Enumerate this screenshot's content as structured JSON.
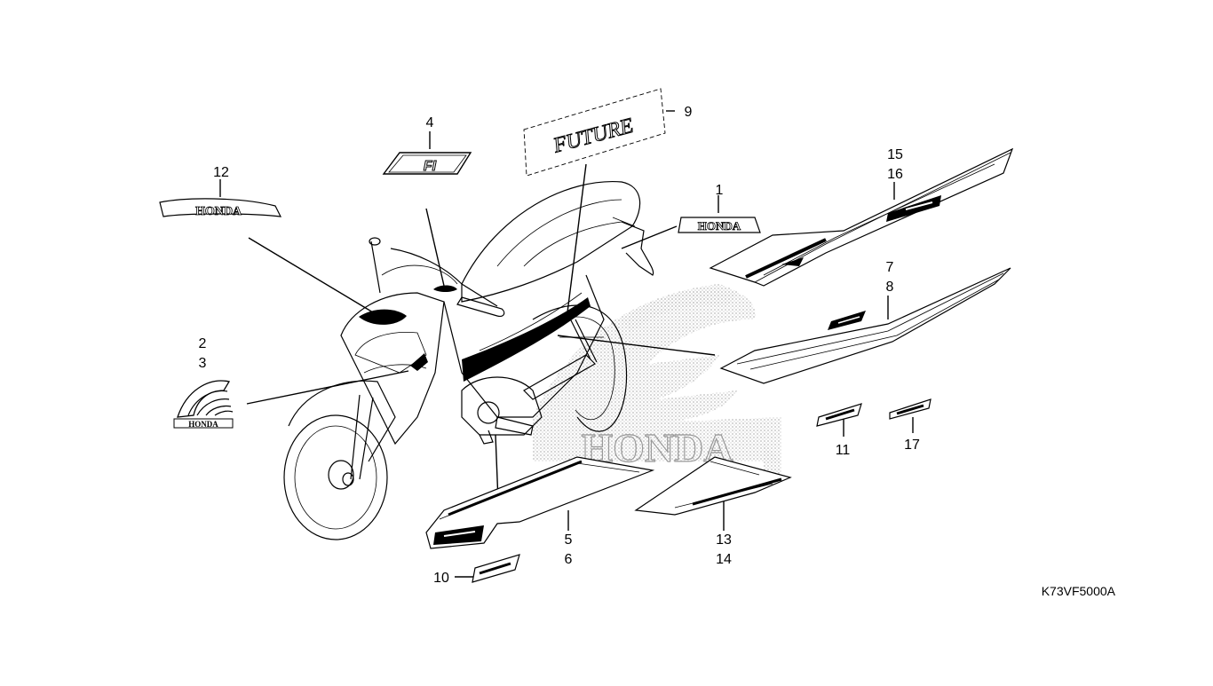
{
  "diagram": {
    "code": "K73VF5000A",
    "callouts": [
      {
        "id": "c1",
        "label": "1"
      },
      {
        "id": "c2",
        "label": "2"
      },
      {
        "id": "c3",
        "label": "3"
      },
      {
        "id": "c4",
        "label": "4"
      },
      {
        "id": "c5",
        "label": "5"
      },
      {
        "id": "c6",
        "label": "6"
      },
      {
        "id": "c7",
        "label": "7"
      },
      {
        "id": "c8",
        "label": "8"
      },
      {
        "id": "c9",
        "label": "9"
      },
      {
        "id": "c10",
        "label": "10"
      },
      {
        "id": "c11",
        "label": "11"
      },
      {
        "id": "c12",
        "label": "12"
      },
      {
        "id": "c13",
        "label": "13"
      },
      {
        "id": "c14",
        "label": "14"
      },
      {
        "id": "c15",
        "label": "15"
      },
      {
        "id": "c16",
        "label": "16"
      },
      {
        "id": "c17",
        "label": "17"
      }
    ],
    "emblems": {
      "honda_arc": "HONDA",
      "honda_flat": "HONDA",
      "honda_wing": "HONDA",
      "future": "FUTURE",
      "background_watermark": "HONDA",
      "fi_badge": "FI"
    }
  }
}
